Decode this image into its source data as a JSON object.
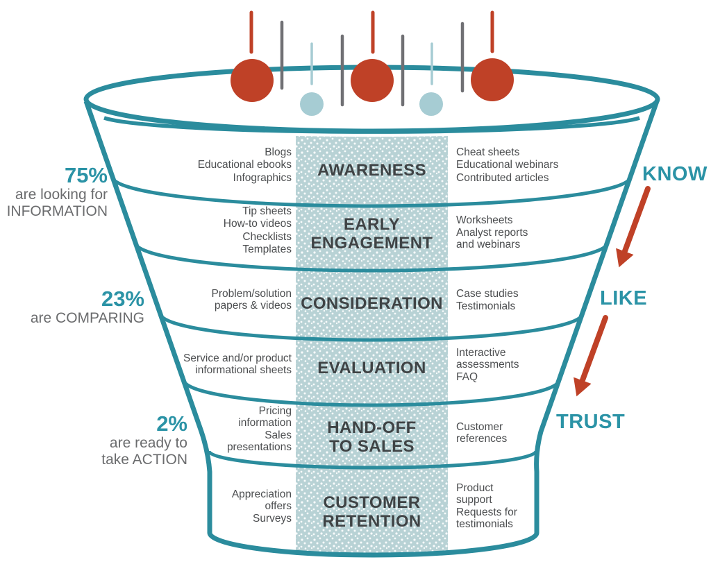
{
  "colors": {
    "teal_line": "#2b8c9d",
    "teal_text": "#2b93a6",
    "red_accent": "#bf4127",
    "light_blue": "#a6ccd3",
    "gray_stick": "#707074",
    "stage_text": "#3f4345",
    "item_text": "#4b4d4f",
    "annotation_gray": "#6b6c6e",
    "band_fill": "#b8d2d5"
  },
  "stages": [
    {
      "label": "AWARENESS",
      "left_items": [
        "Blogs",
        "Educational ebooks",
        "Infographics"
      ],
      "right_items": [
        "Cheat sheets",
        "Educational webinars",
        "Contributed articles"
      ]
    },
    {
      "label": "EARLY\nENGAGEMENT",
      "left_items": [
        "Tip sheets",
        "How-to videos",
        "Checklists",
        "Templates"
      ],
      "right_items": [
        "Worksheets",
        "Analyst reports\nand webinars"
      ]
    },
    {
      "label": "CONSIDERATION",
      "left_items": [
        "Problem/solution\npapers & videos"
      ],
      "right_items": [
        "Case studies",
        "Testimonials"
      ]
    },
    {
      "label": "EVALUATION",
      "left_items": [
        "Service and/or product\ninformational sheets"
      ],
      "right_items": [
        "Interactive\nassessments",
        "FAQ"
      ]
    },
    {
      "label": "HAND-OFF\nTO SALES",
      "left_items": [
        "Pricing\ninformation",
        "Sales\npresentations"
      ],
      "right_items": [
        "Customer\nreferences"
      ]
    },
    {
      "label": "CUSTOMER\nRETENTION",
      "left_items": [
        "Appreciation\noffers",
        "Surveys"
      ],
      "right_items": [
        "Product\nsupport",
        "Requests for\ntestimonials"
      ]
    }
  ],
  "left_annotations": [
    {
      "percent": "75%",
      "text": "are looking for\nINFORMATION"
    },
    {
      "percent": "23%",
      "text": "are COMPARING"
    },
    {
      "percent": "2%",
      "text": "are ready to\ntake ACTION"
    }
  ],
  "right_annotations": [
    {
      "label": "KNOW"
    },
    {
      "label": "LIKE"
    },
    {
      "label": "TRUST"
    }
  ]
}
